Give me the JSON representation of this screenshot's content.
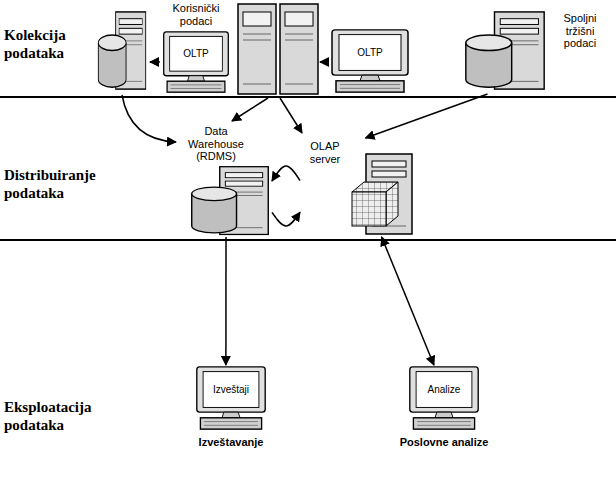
{
  "diagram": {
    "nodes": [
      {
        "text": [
          "Korisnički podaci",
          "OLTP"
        ]
      },
      {
        "text": [
          "OLTP"
        ]
      },
      {
        "text": [
          "Spoljni tržišni podaci"
        ]
      },
      {
        "text": [
          "Data Warehouse (RDMS)"
        ]
      },
      {
        "text": [
          "OLAP server"
        ]
      },
      {
        "text": [
          "Izveštaji",
          "Izveštavanje"
        ]
      },
      {
        "text": [
          "Analize",
          "Poslovne analize"
        ]
      }
    ],
    "edges": [
      {
        "from": 2,
        "to": 4,
        "arrow": "to"
      },
      {
        "from": 4,
        "to": 3,
        "arrow": "to"
      },
      {
        "from": 3,
        "to": 4,
        "arrow": "to"
      },
      {
        "from": 3,
        "to": 5,
        "arrow": "to"
      },
      {
        "from": 4,
        "to": 6,
        "arrow": "both"
      }
    ],
    "labels": [
      "Kolekcija podataka",
      "Distribuiranje podataka",
      "Eksploatacija podataka"
    ]
  }
}
